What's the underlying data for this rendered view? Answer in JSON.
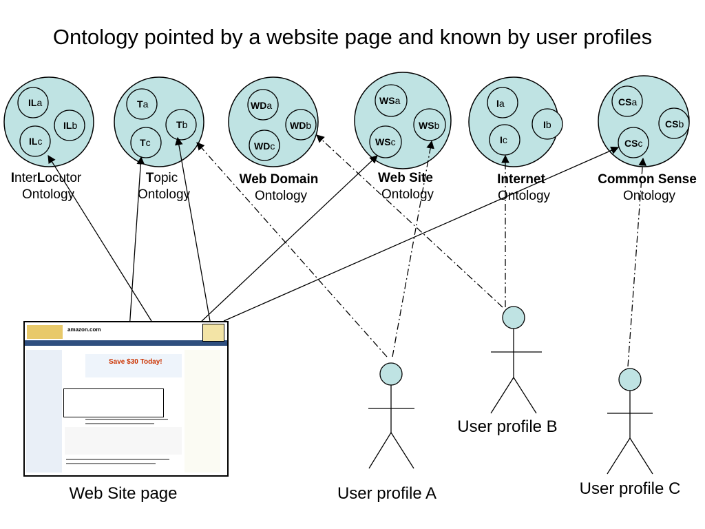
{
  "title": "Ontology pointed by a website page and known by user profiles",
  "ontologies": [
    {
      "id": "interlocutor",
      "label_line1_bold1": "I",
      "label_line1_rest1": "nter",
      "label_line1_bold2": "L",
      "label_line1_rest2": "ocutor",
      "label_line2": "Ontology",
      "inner": [
        {
          "bold": "IL",
          "suffix": "a"
        },
        {
          "bold": "IL",
          "suffix": "b"
        },
        {
          "bold": "IL",
          "suffix": "c"
        }
      ]
    },
    {
      "id": "topic",
      "label_line1_bold1": "T",
      "label_line1_rest1": "opic",
      "label_line2": "Ontology",
      "inner": [
        {
          "bold": "T",
          "suffix": "a"
        },
        {
          "bold": "T",
          "suffix": "b"
        },
        {
          "bold": "T",
          "suffix": "c"
        }
      ]
    },
    {
      "id": "web-domain",
      "label_line1": "Web Domain",
      "label_line2": "Ontology",
      "inner": [
        {
          "bold": "WD",
          "suffix": "a"
        },
        {
          "bold": "WD",
          "suffix": "b"
        },
        {
          "bold": "WD",
          "suffix": "c"
        }
      ]
    },
    {
      "id": "web-site",
      "label_line1": "Web Site",
      "label_line2": "Ontology",
      "inner": [
        {
          "bold": "WS",
          "suffix": "a"
        },
        {
          "bold": "WS",
          "suffix": "b"
        },
        {
          "bold": "WS",
          "suffix": "c"
        }
      ]
    },
    {
      "id": "internet",
      "label_line1": "Internet",
      "label_line2": "Ontology",
      "inner": [
        {
          "bold": "I",
          "suffix": "a"
        },
        {
          "bold": "I",
          "suffix": "b"
        },
        {
          "bold": "I",
          "suffix": "c"
        }
      ]
    },
    {
      "id": "common-sense",
      "label_line1": "Common Sense",
      "label_line2": "Ontology",
      "inner": [
        {
          "bold": "CS",
          "suffix": "a"
        },
        {
          "bold": "CS",
          "suffix": "b"
        },
        {
          "bold": "CS",
          "suffix": "c"
        }
      ]
    }
  ],
  "website_label": "Web Site page",
  "website_thumbnail": {
    "logo": "amazon.com",
    "save_text": "Save $30 Today!"
  },
  "users": [
    "User profile A",
    "User profile B",
    "User profile C"
  ],
  "colors": {
    "bubble": "#bfe3e3",
    "line": "#000000"
  }
}
